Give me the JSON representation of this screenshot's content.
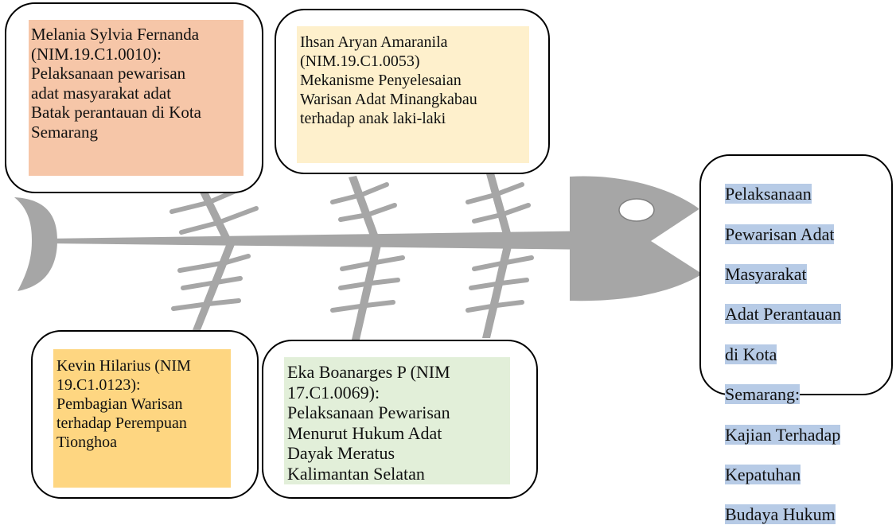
{
  "diagram": {
    "head_box": {
      "lines": [
        "Pelaksanaan",
        "Pewarisan Adat",
        "Masyarakat",
        "Adat Perantauan",
        "di Kota",
        "Semarang:",
        "Kajian Terhadap",
        "Kepatuhan",
        "Budaya Hukum"
      ],
      "highlight_color": "#b7cbe6"
    },
    "cause_boxes": [
      {
        "text": "Melania  Sylvia Fernanda\n(NIM.19.C1.0010):\nPelaksanaan pewarisan\nadat masyarakat adat\nBatak perantauan di Kota\nSemarang",
        "fill_color": "#f6c6a8"
      },
      {
        "text": "Ihsan Aryan Amaranila\n(NIM.19.C1.0053)\nMekanisme Penyelesaian\nWarisan Adat Minangkabau\nterhadap anak laki-laki",
        "fill_color": "#fef0cc"
      },
      {
        "text": "Kevin Hilarius (NIM\n19.C1.0123):\nPembagian Warisan\nterhadap Perempuan\nTionghoa",
        "fill_color": "#fed681"
      },
      {
        "text": "Eka Boanarges P (NIM\n17.C1.0069):\nPelaksanaan Pewarisan\nMenurut Hukum Adat\nDayak Meratus\nKalimantan Selatan",
        "fill_color": "#e2efd9"
      }
    ],
    "fish_color": "#a6a6a6",
    "box_border_color": "#000000"
  }
}
